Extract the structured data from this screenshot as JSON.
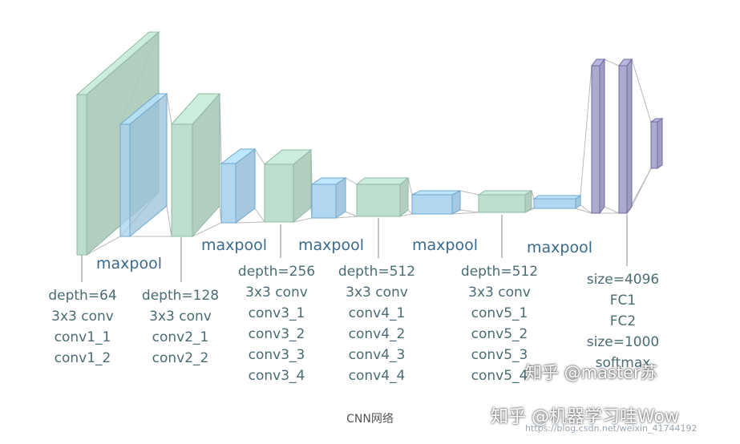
{
  "stages": [
    {
      "id": "s1",
      "lines": [
        "depth=64",
        "3x3 conv",
        "conv1_1",
        "conv1_2"
      ]
    },
    {
      "id": "s2",
      "lines": [
        "depth=128",
        "3x3 conv",
        "conv2_1",
        "conv2_2"
      ]
    },
    {
      "id": "s3",
      "lines": [
        "depth=256",
        "3x3 conv",
        "conv3_1",
        "conv3_2",
        "conv3_3",
        "conv3_4"
      ]
    },
    {
      "id": "s4",
      "lines": [
        "depth=512",
        "3x3 conv",
        "conv4_1",
        "conv4_2",
        "conv4_3",
        "conv4_4"
      ]
    },
    {
      "id": "s5",
      "lines": [
        "depth=512",
        "3x3 conv",
        "conv5_1",
        "conv5_2",
        "conv5_3",
        "conv5_4"
      ]
    },
    {
      "id": "fc",
      "lines": [
        "size=4096",
        "FC1",
        "FC2",
        "size=1000",
        "softmax"
      ]
    }
  ],
  "pool_label": "maxpool",
  "caption": "CNN网络",
  "watermark_overlay": "知乎 @master苏",
  "watermark_bottom": "知乎 @机器学习哇Wow",
  "watermark_url": "https://blog.csdn.net/weixin_41744192",
  "colors": {
    "conv_fill": "#b7dac8",
    "conv_edge": "#8fb8a4",
    "pool_fill": "#a9d2ee",
    "pool_edge": "#6fa8cf",
    "fc_fill": "#a8a6cc",
    "fc_edge": "#6e6aa3"
  }
}
